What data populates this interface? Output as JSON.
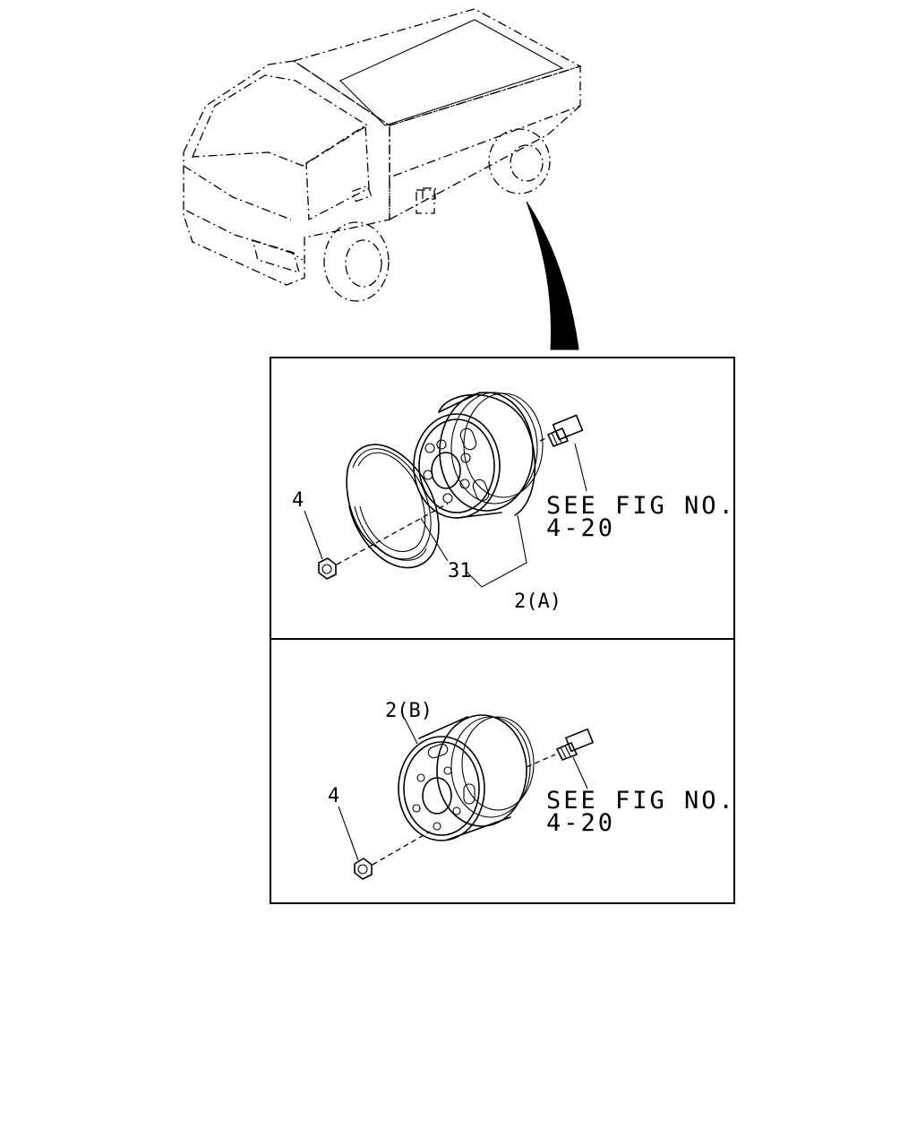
{
  "labels": {
    "top_nut": "4",
    "top_ring": "31",
    "top_wheel": "2(A)",
    "top_see_fig_1": "SEE FIG NO.",
    "top_see_fig_2": "4-20",
    "bottom_wheel": "2(B)",
    "bottom_nut": "4",
    "bottom_see_fig_1": "SEE FIG NO.",
    "bottom_see_fig_2": "4-20"
  },
  "colors": {
    "line": "#000000",
    "background": "#ffffff"
  },
  "icons": [
    "truck-illustration",
    "wheel-rim",
    "side-ring",
    "wheel-nut",
    "hub-bolt",
    "pointer-arrow"
  ]
}
